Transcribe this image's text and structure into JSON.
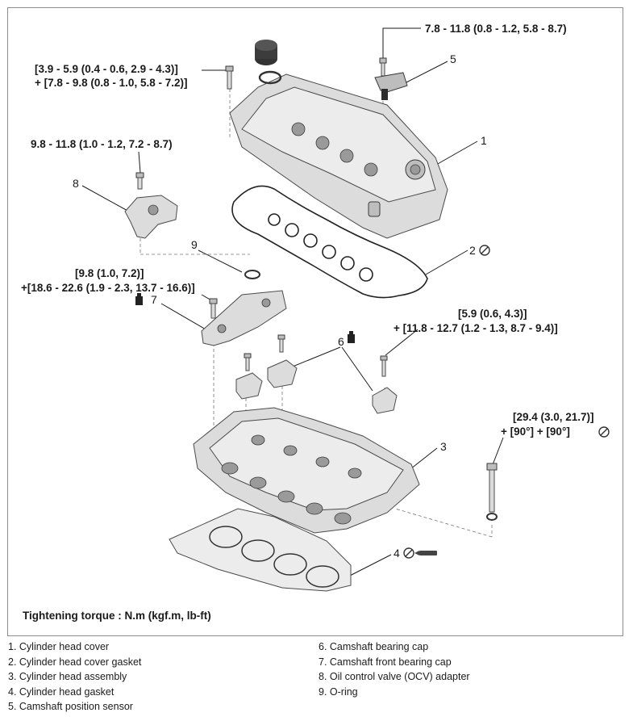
{
  "torques": {
    "cover_bolt": [
      "[3.9 - 5.9 (0.4 - 0.6, 2.9 - 4.3)]",
      "+ [7.8 - 9.8 (0.8 - 1.0, 5.8 - 7.2)]"
    ],
    "cmp_sensor": "7.8 - 11.8 (0.8 - 1.2, 5.8 - 8.7)",
    "ocv_adapter": "9.8 - 11.8 (1.0 - 1.2, 7.2 - 8.7)",
    "front_cap": [
      "[9.8 (1.0, 7.2)]",
      "+[18.6 - 22.6 (1.9 - 2.3, 13.7 - 16.6)]"
    ],
    "bearing_cap": [
      "[5.9 (0.6, 4.3)]",
      "+ [11.8 - 12.7 (1.2 - 1.3, 8.7 - 9.4)]"
    ],
    "head_bolt": [
      "[29.4 (3.0, 21.7)]",
      "+ [90°] + [90°]"
    ]
  },
  "callouts": [
    "1",
    "2",
    "3",
    "4",
    "5",
    "6",
    "7",
    "8",
    "9"
  ],
  "caption": "Tightening torque : N.m (kgf.m, lb-ft)",
  "legend": [
    "1. Cylinder head cover",
    "2. Cylinder head cover gasket",
    "3. Cylinder head assembly",
    "4. Cylinder head gasket",
    "5. Camshaft position sensor",
    "6. Camshaft bearing cap",
    "7. Camshaft front bearing cap",
    "8. Oil control valve (OCV) adapter",
    "9. O-ring"
  ],
  "icons": {
    "do_not_reuse": "circle-slash",
    "apply_sealant": "sealant-tube"
  }
}
